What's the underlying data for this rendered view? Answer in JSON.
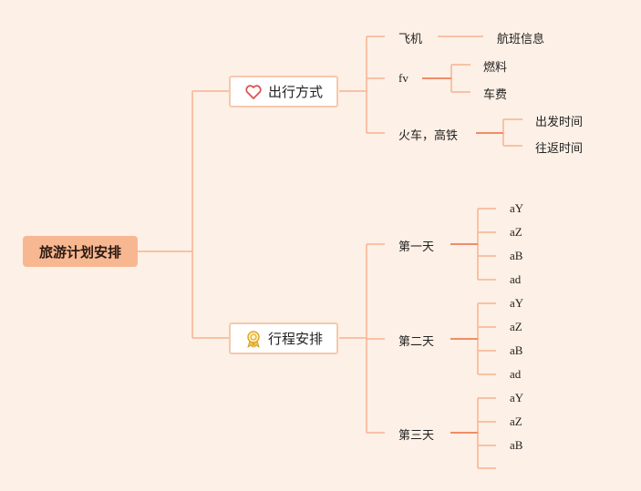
{
  "colors": {
    "line": "#f7b391",
    "root_fill": "#f7b791",
    "box_border": "#f6c9ac",
    "background": "#fdf0e6"
  },
  "root": "旅游计划安排",
  "branch1": {
    "label": "出行方式",
    "icon": "heart-icon",
    "plane": {
      "label": "飞机",
      "children": [
        "航班信息"
      ]
    },
    "fv": {
      "label": "fv",
      "children": [
        "燃料",
        "车费"
      ]
    },
    "train": {
      "label": "火车，高铁",
      "children": [
        "出发时间",
        "往返时间"
      ]
    }
  },
  "branch2": {
    "label": "行程安排",
    "icon": "award-ribbon-icon",
    "day1": {
      "label": "第一天",
      "children": [
        "aY",
        "aZ",
        "aB",
        "ad"
      ]
    },
    "day2": {
      "label": "第二天",
      "children": [
        "aY",
        "aZ",
        "aB",
        "ad"
      ]
    },
    "day3": {
      "label": "第三天",
      "children": [
        "aY",
        "aZ",
        "aB",
        ""
      ]
    }
  }
}
